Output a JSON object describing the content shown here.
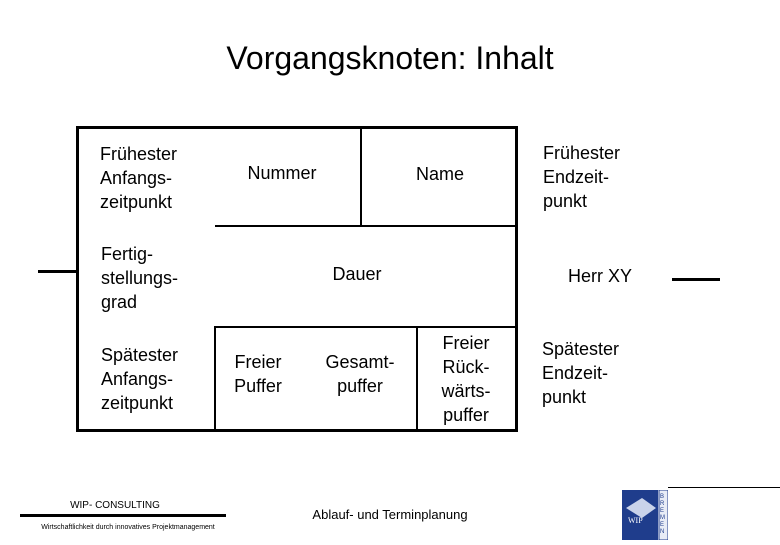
{
  "slide": {
    "title": "Vorgangsknoten: Inhalt"
  },
  "node": {
    "earliest_start": "Frühester\nAnfangs-\nzeitpunkt",
    "number": "Nummer",
    "name": "Name",
    "earliest_finish": "Frühester\nEndzeit-\npunkt",
    "completion_degree": "Fertig-\nstellungs-\ngrad",
    "duration": "Dauer",
    "responsible": "Herr XY",
    "latest_start": "Spätester\nAnfangs-\nzeitpunkt",
    "free_float": "Freier\nPuffer",
    "total_float": "Gesamt-\npuffer",
    "free_backward_float": "Freier\nRück-\nwärts-\npuffer",
    "latest_finish": "Spätester\nEndzeit-\npunkt"
  },
  "footer": {
    "company": "WIP- CONSULTING",
    "tagline": "Wirtschaftlichkeit durch innovatives Projektmanagement",
    "topic": "Ablauf- und Terminplanung",
    "logo_text": "WIP",
    "logo_side_text": "BREMEN"
  },
  "colors": {
    "logo_blue": "#1f3d8c",
    "logo_light": "#c9d3ea"
  }
}
